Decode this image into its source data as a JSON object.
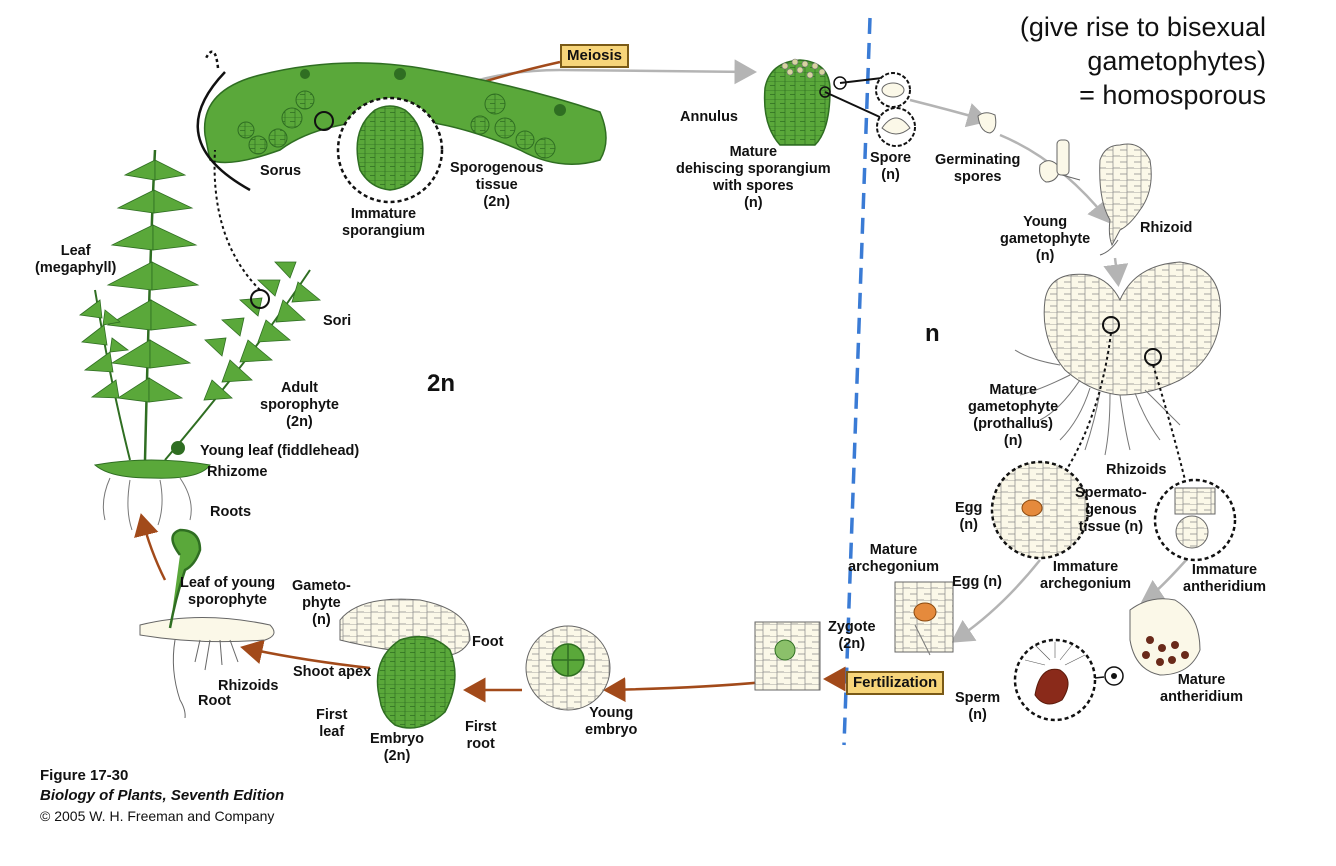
{
  "note": {
    "line1": "(give rise to bisexual",
    "line2": "gametophytes)",
    "line3": "= homosporous"
  },
  "ploidy": {
    "diploid": "2n",
    "haploid": "n"
  },
  "boxes": {
    "meiosis": "Meiosis",
    "fertilization": "Fertilization"
  },
  "labels": {
    "sorus": "Sorus",
    "sporogenous_tissue": [
      "Sporogenous",
      "tissue",
      "(2n)"
    ],
    "immature_sporangium": [
      "Immature",
      "sporangium"
    ],
    "annulus": "Annulus",
    "mature_sporangium": [
      "Mature",
      "dehiscing sporangium",
      "with spores",
      "(n)"
    ],
    "spore": [
      "Spore",
      "(n)"
    ],
    "germinating_spores": [
      "Germinating",
      "spores"
    ],
    "young_gametophyte": [
      "Young",
      "gametophyte",
      "(n)"
    ],
    "rhizoid": "Rhizoid",
    "leaf_megaphyll": [
      "Leaf",
      "(megaphyll)"
    ],
    "sori": "Sori",
    "adult_sporophyte": [
      "Adult",
      "sporophyte",
      "(2n)"
    ],
    "young_leaf": "Young leaf (fiddlehead)",
    "rhizome": "Rhizome",
    "roots": "Roots",
    "mature_gametophyte": [
      "Mature",
      "gametophyte",
      "(prothallus)",
      "(n)"
    ],
    "rhizoids_top": "Rhizoids",
    "egg_n": [
      "Egg",
      "(n)"
    ],
    "spermatogenous": [
      "Spermato-",
      "genous",
      "tissue (n)"
    ],
    "immature_archegonium": [
      "Immature",
      "archegonium"
    ],
    "immature_antheridium": [
      "Immature",
      "antheridium"
    ],
    "mature_archegonium": [
      "Mature",
      "archegonium"
    ],
    "egg_n2": "Egg (n)",
    "zygote": [
      "Zygote",
      "(2n)"
    ],
    "sperm": [
      "Sperm",
      "(n)"
    ],
    "mature_antheridium": [
      "Mature",
      "antheridium"
    ],
    "leaf_young_sporophyte": [
      "Leaf of young",
      "sporophyte"
    ],
    "gametophyte_n": [
      "Gameto-",
      "phyte",
      "(n)"
    ],
    "foot": "Foot",
    "shoot_apex": "Shoot apex",
    "rhizoids_bottom": "Rhizoids",
    "root": "Root",
    "first_leaf": [
      "First",
      "leaf"
    ],
    "embryo": [
      "Embryo",
      "(2n)"
    ],
    "first_root": [
      "First",
      "root"
    ],
    "young_embryo": [
      "Young",
      "embryo"
    ]
  },
  "figure": {
    "number": "Figure 17-30",
    "source": "Biology of Plants, Seventh Edition",
    "copyright": "© 2005 W. H. Freeman and Company"
  },
  "colors": {
    "plant_green": "#5aa83a",
    "dark_green": "#2f6e22",
    "arrow_brown": "#a24a1a",
    "arrow_gray": "#b4b4b4",
    "divider_blue": "#3a7bd5",
    "box_fill": "#f7d57a",
    "cell_fill": "#fbf8e8",
    "egg_orange": "#e58a3c"
  }
}
